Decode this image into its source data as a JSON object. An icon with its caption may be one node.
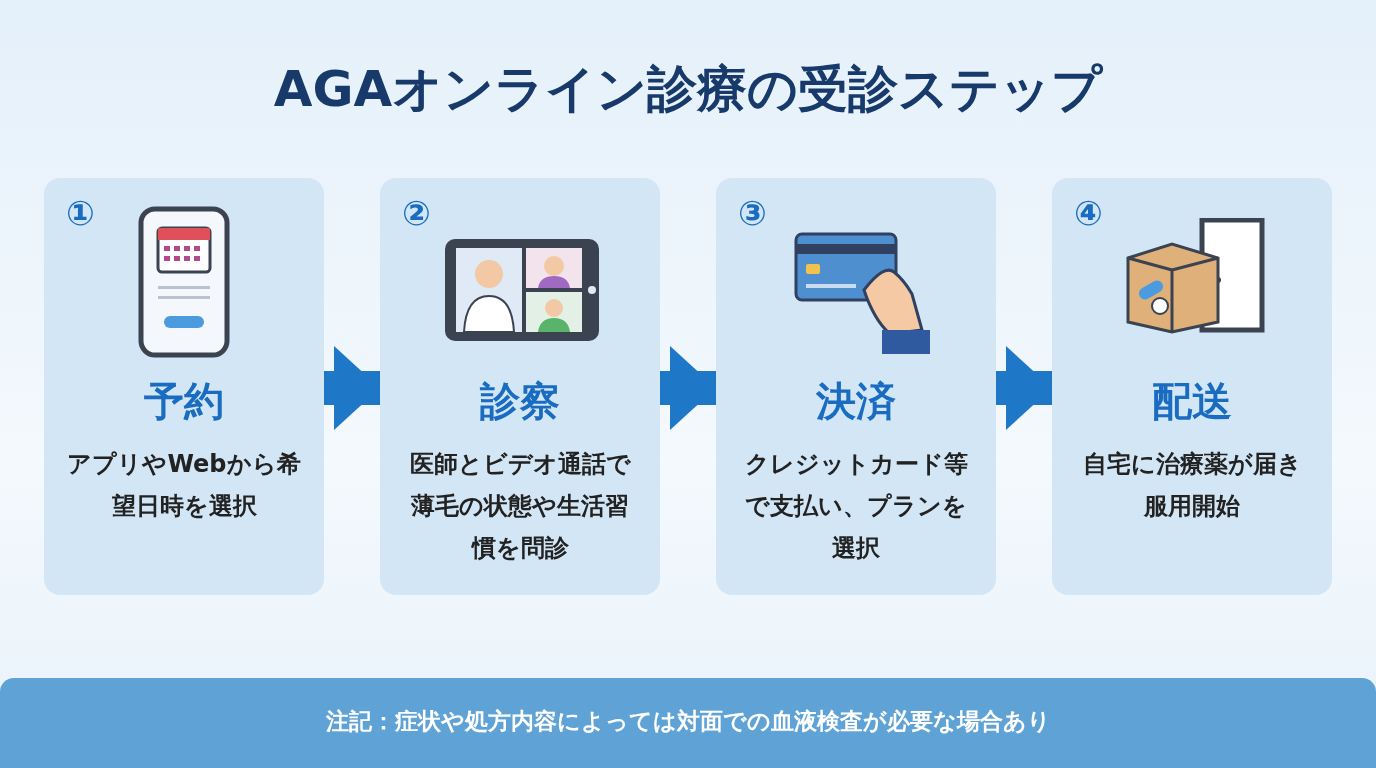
{
  "diagram": {
    "title": "AGAオンライン診療の受診ステップ",
    "nodes": [
      {
        "text": [
          "①",
          "予約",
          "アプリやWebから希望日時を選択"
        ]
      },
      {
        "text": [
          "②",
          "診察",
          "医師とビデオ通話で薄毛の状態や生活習慣を問診"
        ]
      },
      {
        "text": [
          "③",
          "決済",
          "クレジットカード等で支払い、プランを選択"
        ]
      },
      {
        "text": [
          "④",
          "配送",
          "自宅に治療薬が届き服用開始"
        ]
      },
      {
        "text": [
          "注記：症状や処方内容によっては対面での血液検査が必要な場合あり"
        ]
      }
    ],
    "edges": [
      {
        "from": 0,
        "to": 1,
        "arrow": "to"
      },
      {
        "from": 1,
        "to": 2,
        "arrow": "to"
      },
      {
        "from": 2,
        "to": 3,
        "arrow": "to"
      }
    ]
  }
}
